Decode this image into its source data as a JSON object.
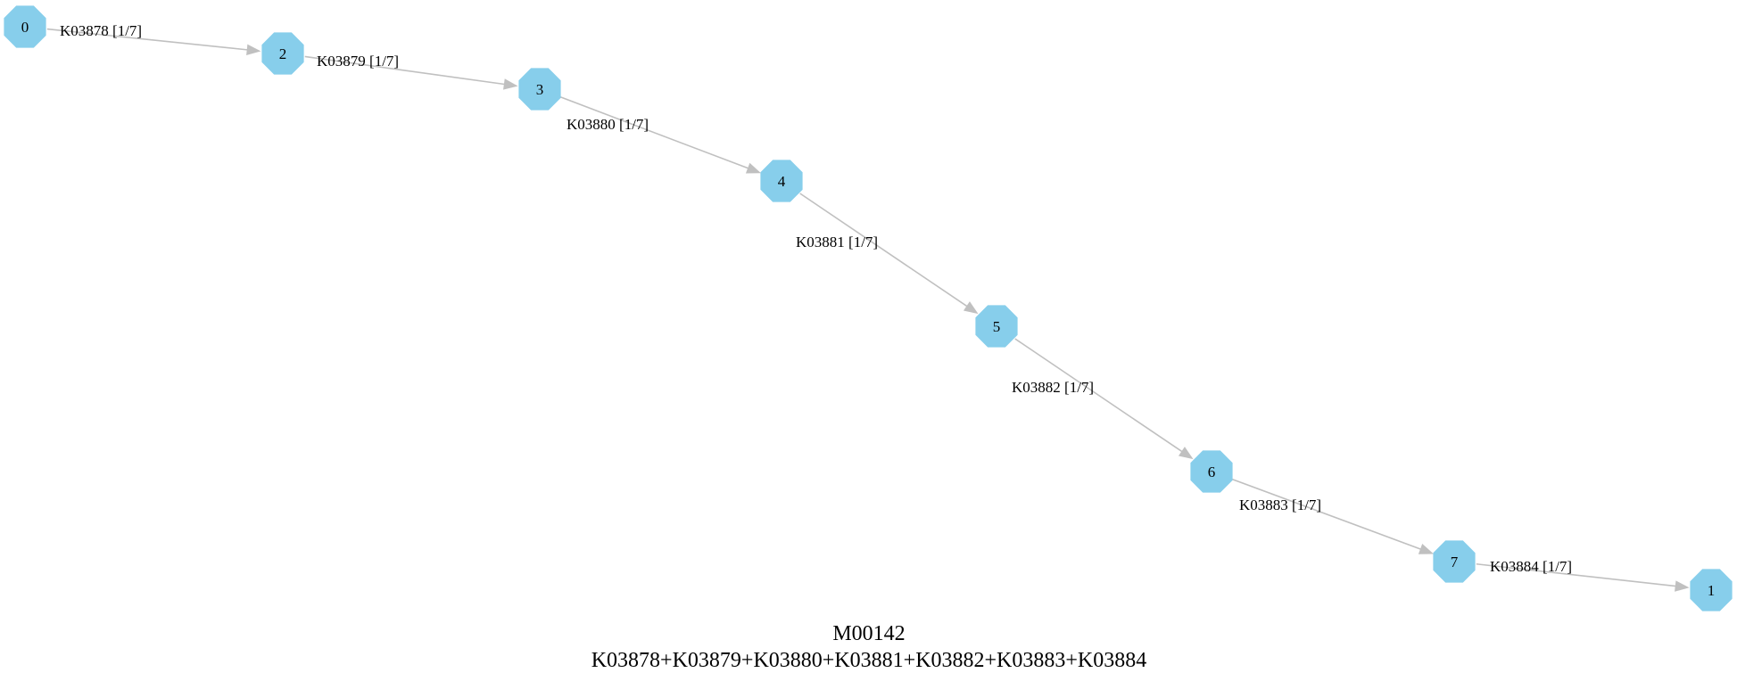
{
  "graph": {
    "title": "M00142",
    "definition": "K03878+K03879+K03880+K03881+K03882+K03883+K03884",
    "node_color": "#87ceeb",
    "edge_color": "#c0c0c0",
    "nodes": [
      {
        "id": "0",
        "label": "0"
      },
      {
        "id": "2",
        "label": "2"
      },
      {
        "id": "3",
        "label": "3"
      },
      {
        "id": "4",
        "label": "4"
      },
      {
        "id": "5",
        "label": "5"
      },
      {
        "id": "6",
        "label": "6"
      },
      {
        "id": "7",
        "label": "7"
      },
      {
        "id": "1",
        "label": "1"
      }
    ],
    "edges": [
      {
        "from": "0",
        "to": "2",
        "label": "K03878 [1/7]"
      },
      {
        "from": "2",
        "to": "3",
        "label": "K03879 [1/7]"
      },
      {
        "from": "3",
        "to": "4",
        "label": "K03880 [1/7]"
      },
      {
        "from": "4",
        "to": "5",
        "label": "K03881 [1/7]"
      },
      {
        "from": "5",
        "to": "6",
        "label": "K03882 [1/7]"
      },
      {
        "from": "6",
        "to": "7",
        "label": "K03883 [1/7]"
      },
      {
        "from": "7",
        "to": "1",
        "label": "K03884 [1/7]"
      }
    ]
  }
}
